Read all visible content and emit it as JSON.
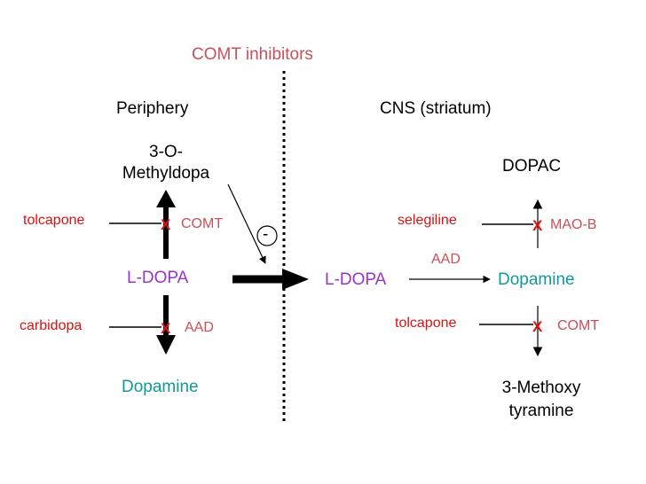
{
  "colors": {
    "black": "#000000",
    "purple": "#9933cc",
    "teal": "#119999",
    "red": "#dd1111",
    "rose": "#c8505a"
  },
  "title": "COMT inhibitors",
  "divider_symbol": "-",
  "periphery": {
    "heading": "Periphery",
    "top_metabolite_line1": "3-O-",
    "top_metabolite_line2": "Methyldopa",
    "center": "L-DOPA",
    "bottom_metabolite": "Dopamine",
    "upper_inhibitor": "tolcapone",
    "upper_enzyme": "COMT",
    "lower_inhibitor": "carbidopa",
    "lower_enzyme": "AAD",
    "block_mark": "X"
  },
  "cns": {
    "heading": "CNS (striatum)",
    "source": "L-DOPA",
    "conversion_enzyme": "AAD",
    "product": "Dopamine",
    "top_metabolite": "DOPAC",
    "bottom_metabolite_line1": "3-Methoxy",
    "bottom_metabolite_line2": "tyramine",
    "upper_inhibitor": "selegiline",
    "upper_enzyme": "MAO-B",
    "lower_inhibitor": "tolcapone",
    "lower_enzyme": "COMT",
    "block_mark": "X"
  }
}
